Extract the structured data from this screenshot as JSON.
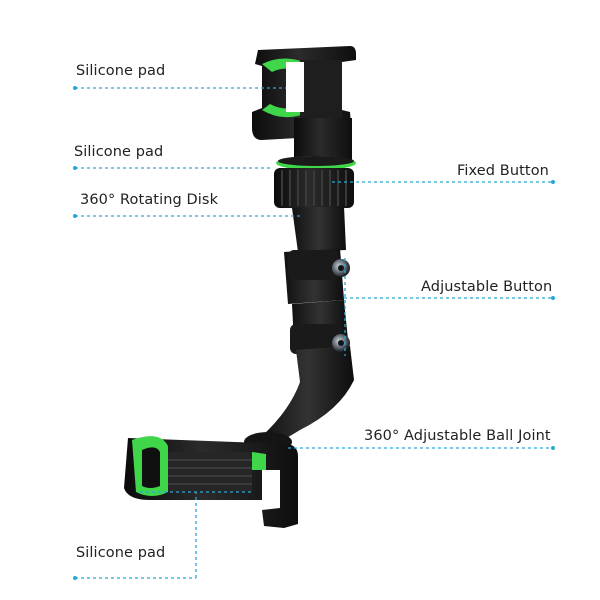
{
  "labels": {
    "top_pad": "Silicone pad",
    "upper_pad": "Silicone pad",
    "rotating_disk": "360° Rotating Disk",
    "fixed_button": "Fixed Button",
    "adjustable_button": "Adjustable Button",
    "ball_joint": "360° Adjustable Ball Joint",
    "bottom_pad": "Silicone pad"
  },
  "colors": {
    "leader_line": "#29a8d6",
    "accent": "#3fd64a",
    "body": "#151515"
  }
}
